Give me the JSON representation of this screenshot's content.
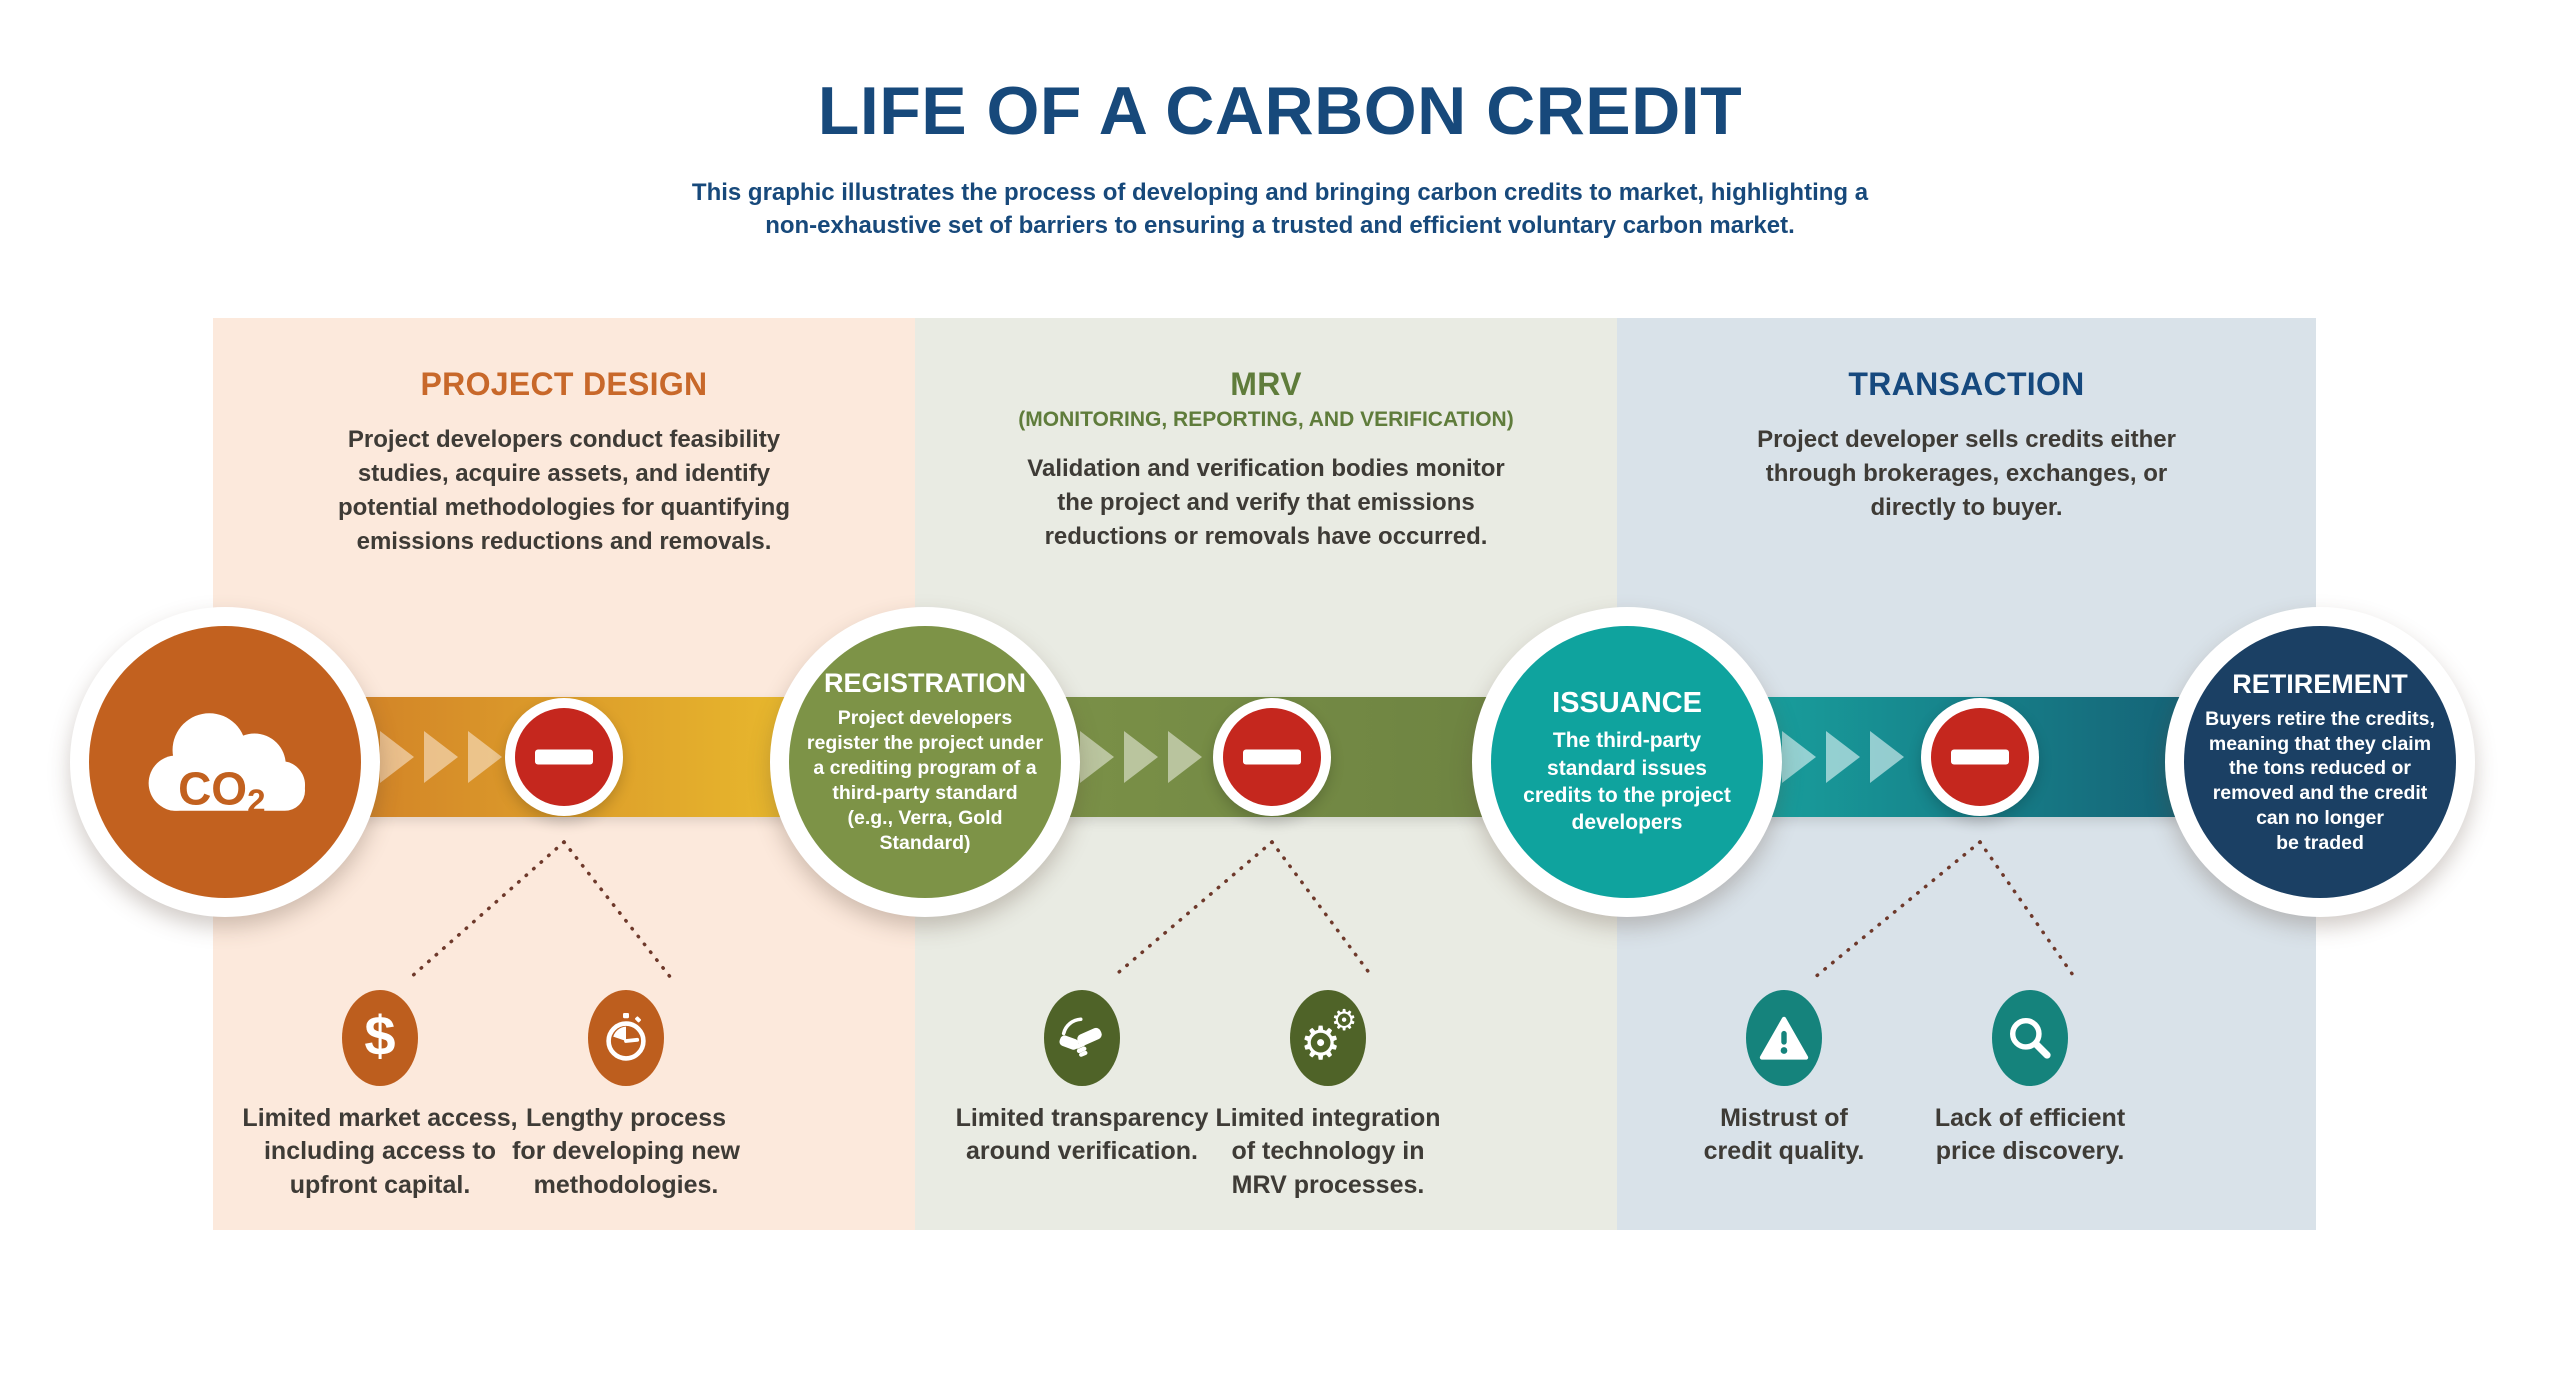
{
  "title": "LIFE OF A CARBON CREDIT",
  "subtitle": "This graphic illustrates the process of developing and bringing carbon credits to market, highlighting a\nnon-exhaustive set of barriers to ensuring a trusted and efficient voluntary carbon market.",
  "stages": [
    {
      "label": "PROJECT DESIGN",
      "description": "Project developers conduct feasibility\nstudies, acquire assets, and identify\npotential methodologies for quantifying\nemissions reductions and removals.",
      "barriers": [
        {
          "icon": "dollar-icon",
          "glyph": "$",
          "text": "Limited market access,\nincluding access to\nupfront capital."
        },
        {
          "icon": "stopwatch-icon",
          "text": "Lengthy process\nfor developing new\nmethodologies."
        }
      ]
    },
    {
      "label": "MRV",
      "sublabel": "(MONITORING, REPORTING, AND VERIFICATION)",
      "description": "Validation and verification bodies monitor\nthe project and verify that emissions\nreductions or removals have occurred.",
      "barriers": [
        {
          "icon": "handshake-icon",
          "text": "Limited transparency\naround verification."
        },
        {
          "icon": "gears-icon",
          "glyph": "⚙",
          "text": "Limited integration\nof technology in\nMRV processes."
        }
      ]
    },
    {
      "label": "TRANSACTION",
      "description": "Project developer sells credits either\nthrough brokerages, exchanges, or\ndirectly to buyer.",
      "barriers": [
        {
          "icon": "warning-icon",
          "text": "Mistrust of\ncredit quality."
        },
        {
          "icon": "magnifier-icon",
          "text": "Lack of efficient\nprice discovery."
        }
      ]
    }
  ],
  "flow_nodes": [
    {
      "id": "co2",
      "title_main": "CO",
      "title_sub": "2"
    },
    {
      "id": "registration",
      "title": "REGISTRATION",
      "description": "Project developers\nregister the project under\na crediting program of a\nthird-party standard\n(e.g., Verra, Gold\nStandard)"
    },
    {
      "id": "issuance",
      "title": "ISSUANCE",
      "description": "The third-party\nstandard issues\ncredits to the project\ndevelopers"
    },
    {
      "id": "retirement",
      "title": "RETIREMENT",
      "description": "Buyers retire the credits,\nmeaning that they claim\nthe tons reduced or\nremoved and the credit\ncan no longer\nbe traded"
    }
  ],
  "colors": {
    "title_navy": "#17497B",
    "project_design_accent": "#C8682A",
    "mrv_accent": "#5F7C3B",
    "transaction_accent": "#16497E",
    "co2_orange": "#C2611F",
    "registration_olive": "#7D9347",
    "issuance_teal": "#0FA39E",
    "retirement_navy": "#1B4064",
    "stop_red": "#C5271E",
    "panel1_bg": "#FCE9DC",
    "panel2_bg": "#E9EBE3",
    "panel3_bg": "#D9E2E9",
    "barrier_icon_orange": "#BD5E1E",
    "barrier_icon_olive": "#4F6328",
    "barrier_icon_teal": "#15837C",
    "dotted_line": "#6E392B"
  }
}
